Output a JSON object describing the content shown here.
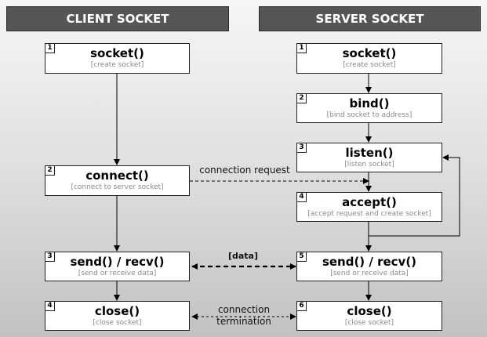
{
  "headers": {
    "client": "CLIENT SOCKET",
    "server": "SERVER SOCKET"
  },
  "client": [
    {
      "num": "1",
      "fn": "socket()",
      "desc": "[create socket]"
    },
    {
      "num": "2",
      "fn": "connect()",
      "desc": "[connect to server socket]"
    },
    {
      "num": "3",
      "fn": "send() / recv()",
      "desc": "[send or receive data]"
    },
    {
      "num": "4",
      "fn": "close()",
      "desc": "[close socket]"
    }
  ],
  "server": [
    {
      "num": "1",
      "fn": "socket()",
      "desc": "[create socket]"
    },
    {
      "num": "2",
      "fn": "bind()",
      "desc": "[bind socket to address]"
    },
    {
      "num": "3",
      "fn": "listen()",
      "desc": "[listen socket]"
    },
    {
      "num": "4",
      "fn": "accept()",
      "desc": "[accept request and create socket]"
    },
    {
      "num": "5",
      "fn": "send() / recv()",
      "desc": "[send or receive data]"
    },
    {
      "num": "6",
      "fn": "close()",
      "desc": "[close socket]"
    }
  ],
  "labels": {
    "connection_request": "connection  request",
    "data": "[data]",
    "termination_line1": "connection",
    "termination_line2": "termination"
  }
}
